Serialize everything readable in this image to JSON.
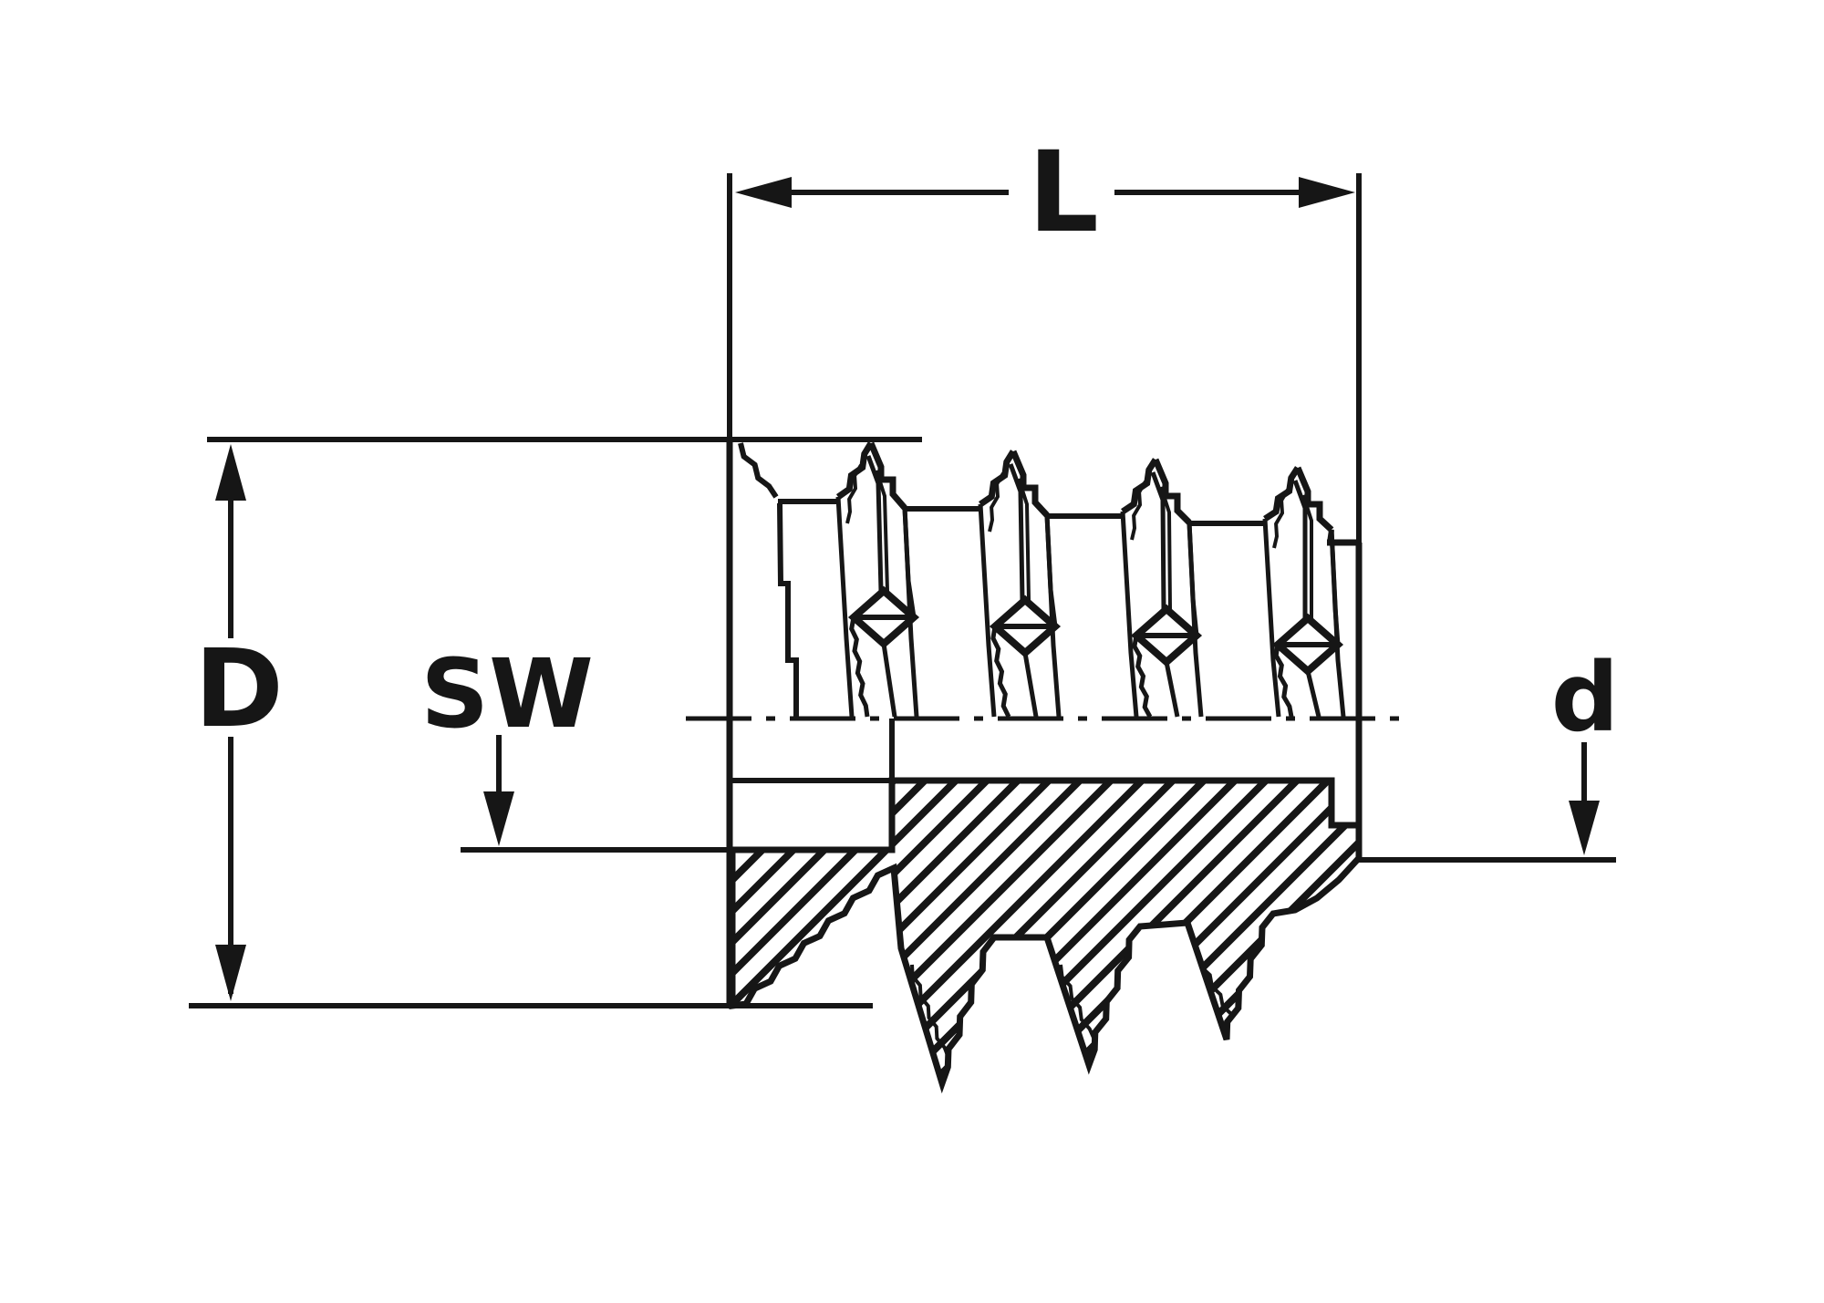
{
  "figure": {
    "background_color": "#ffffff",
    "line_color": "#161616",
    "dimension_labels": {
      "length": {
        "label": "L"
      },
      "outer_diameter": {
        "label": "D"
      },
      "wrench_size": {
        "label": "SW"
      },
      "inner_thread": {
        "label": "d"
      }
    }
  }
}
